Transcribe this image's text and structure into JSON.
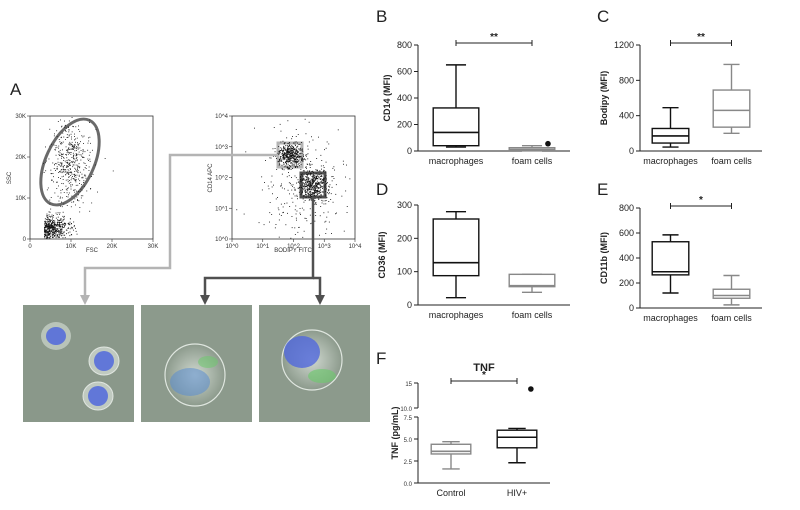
{
  "panel_letters": [
    "A",
    "B",
    "C",
    "D",
    "E",
    "F"
  ],
  "flow": {
    "scatter1": {
      "xlabel": "FSC",
      "ylabel": "SSC",
      "xticks": [
        "0",
        "10K",
        "20K",
        "30K"
      ],
      "yticks": [
        "0",
        "10K",
        "20K",
        "30K"
      ]
    },
    "scatter2": {
      "xlabel": "BODIPY FITC",
      "ylabel": "CD14 APC",
      "xticks": [
        "10^0",
        "10^1",
        "10^2",
        "10^3",
        "10^4"
      ],
      "yticks": [
        "10^0",
        "10^1",
        "10^2",
        "10^3",
        "10^4"
      ]
    },
    "gate_colors": {
      "light": "#b4b4b4",
      "dark": "#505050"
    },
    "micro_colors": {
      "bg": "#8c9a8c",
      "nucleus": "#5068dc",
      "lipid": "#6ec86e"
    }
  },
  "chart_data": [
    {
      "id": "B",
      "type": "box",
      "ylabel": "CD14 (MFI)",
      "ylim": [
        0,
        800
      ],
      "yticks": [
        0,
        200,
        400,
        600,
        800
      ],
      "categories": [
        "macrophages",
        "foam cells"
      ],
      "boxes": [
        {
          "min": 30,
          "q1": 40,
          "median": 140,
          "q3": 325,
          "max": 650,
          "color": "#111111"
        },
        {
          "min": 2,
          "q1": 5,
          "median": 12,
          "q3": 25,
          "max": 40,
          "color": "#888888",
          "outliers": [
            55
          ]
        }
      ],
      "significance": "**"
    },
    {
      "id": "C",
      "type": "box",
      "ylabel": "Bodipy (MFI)",
      "ylim": [
        0,
        1200
      ],
      "yticks": [
        0,
        400,
        800,
        1200
      ],
      "categories": [
        "macrophages",
        "foam cells"
      ],
      "boxes": [
        {
          "min": 45,
          "q1": 90,
          "median": 170,
          "q3": 255,
          "max": 490,
          "color": "#111111"
        },
        {
          "min": 200,
          "q1": 270,
          "median": 460,
          "q3": 690,
          "max": 980,
          "color": "#888888"
        }
      ],
      "significance": "**"
    },
    {
      "id": "D",
      "type": "box",
      "ylabel": "CD36 (MFI)",
      "ylim": [
        0,
        300
      ],
      "yticks": [
        0,
        100,
        200,
        300
      ],
      "categories": [
        "macrophages",
        "foam cells"
      ],
      "boxes": [
        {
          "min": 22,
          "q1": 88,
          "median": 127,
          "q3": 258,
          "max": 280,
          "color": "#111111"
        },
        {
          "min": 38,
          "q1": 55,
          "median": 58,
          "q3": 92,
          "max": 92,
          "color": "#888888"
        }
      ],
      "significance": ""
    },
    {
      "id": "E",
      "type": "box",
      "ylabel": "CD11b (MFI)",
      "ylim": [
        0,
        800
      ],
      "yticks": [
        0,
        200,
        400,
        600,
        800
      ],
      "categories": [
        "macrophages",
        "foam cells"
      ],
      "boxes": [
        {
          "min": 120,
          "q1": 265,
          "median": 290,
          "q3": 530,
          "max": 585,
          "color": "#111111"
        },
        {
          "min": 25,
          "q1": 78,
          "median": 100,
          "q3": 150,
          "max": 260,
          "color": "#888888"
        }
      ],
      "significance": "*"
    },
    {
      "id": "F",
      "type": "box",
      "title": "TNF",
      "ylabel": "TNF (pg/mL)",
      "ylim": [
        0,
        15
      ],
      "axis_break": [
        7.5,
        10
      ],
      "yticks": [
        0.0,
        2.5,
        5.0,
        7.5,
        10,
        15
      ],
      "ytick_labels": [
        "0.0",
        "2.5",
        "5.0",
        "7.5",
        "10.0",
        "15"
      ],
      "categories": [
        "Control",
        "HIV+"
      ],
      "boxes": [
        {
          "min": 1.6,
          "q1": 3.3,
          "median": 3.6,
          "q3": 4.4,
          "max": 4.7,
          "color": "#888888"
        },
        {
          "min": 2.3,
          "q1": 4.0,
          "median": 5.2,
          "q3": 6.0,
          "max": 6.2,
          "color": "#111111",
          "outliers": [
            13.8
          ]
        }
      ],
      "significance": "*"
    }
  ]
}
